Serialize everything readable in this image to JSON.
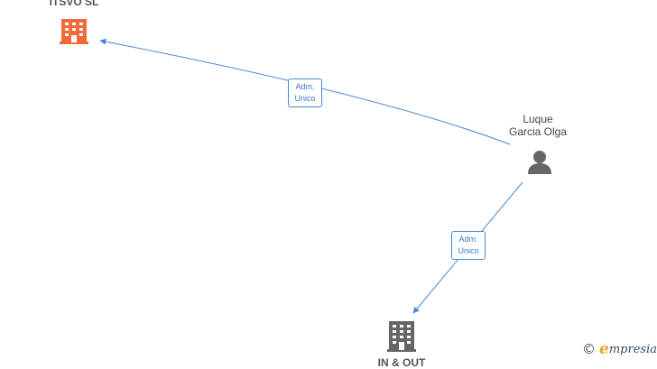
{
  "colors": {
    "edge": "#4a86d6",
    "company_main": "#f26a3a",
    "company_other": "#666666",
    "person": "#666666",
    "watermark_accent": "#f0a020"
  },
  "nodes": {
    "company_top": {
      "name": "ITSVO  SL",
      "icon": "building-icon"
    },
    "person": {
      "name_line1": "Luque",
      "name_line2": "Garcia Olga",
      "icon": "person-icon"
    },
    "company_bottom": {
      "name": "IN & OUT",
      "icon": "building-icon"
    }
  },
  "edges": [
    {
      "from": "person",
      "to": "company_top",
      "label_line1": "Adm.",
      "label_line2": "Unico"
    },
    {
      "from": "person",
      "to": "company_bottom",
      "label_line1": "Adm.",
      "label_line2": "Unico"
    }
  ],
  "watermark": {
    "copyright_symbol": "©",
    "brand_initial": "e",
    "brand_rest": "mpresia"
  }
}
